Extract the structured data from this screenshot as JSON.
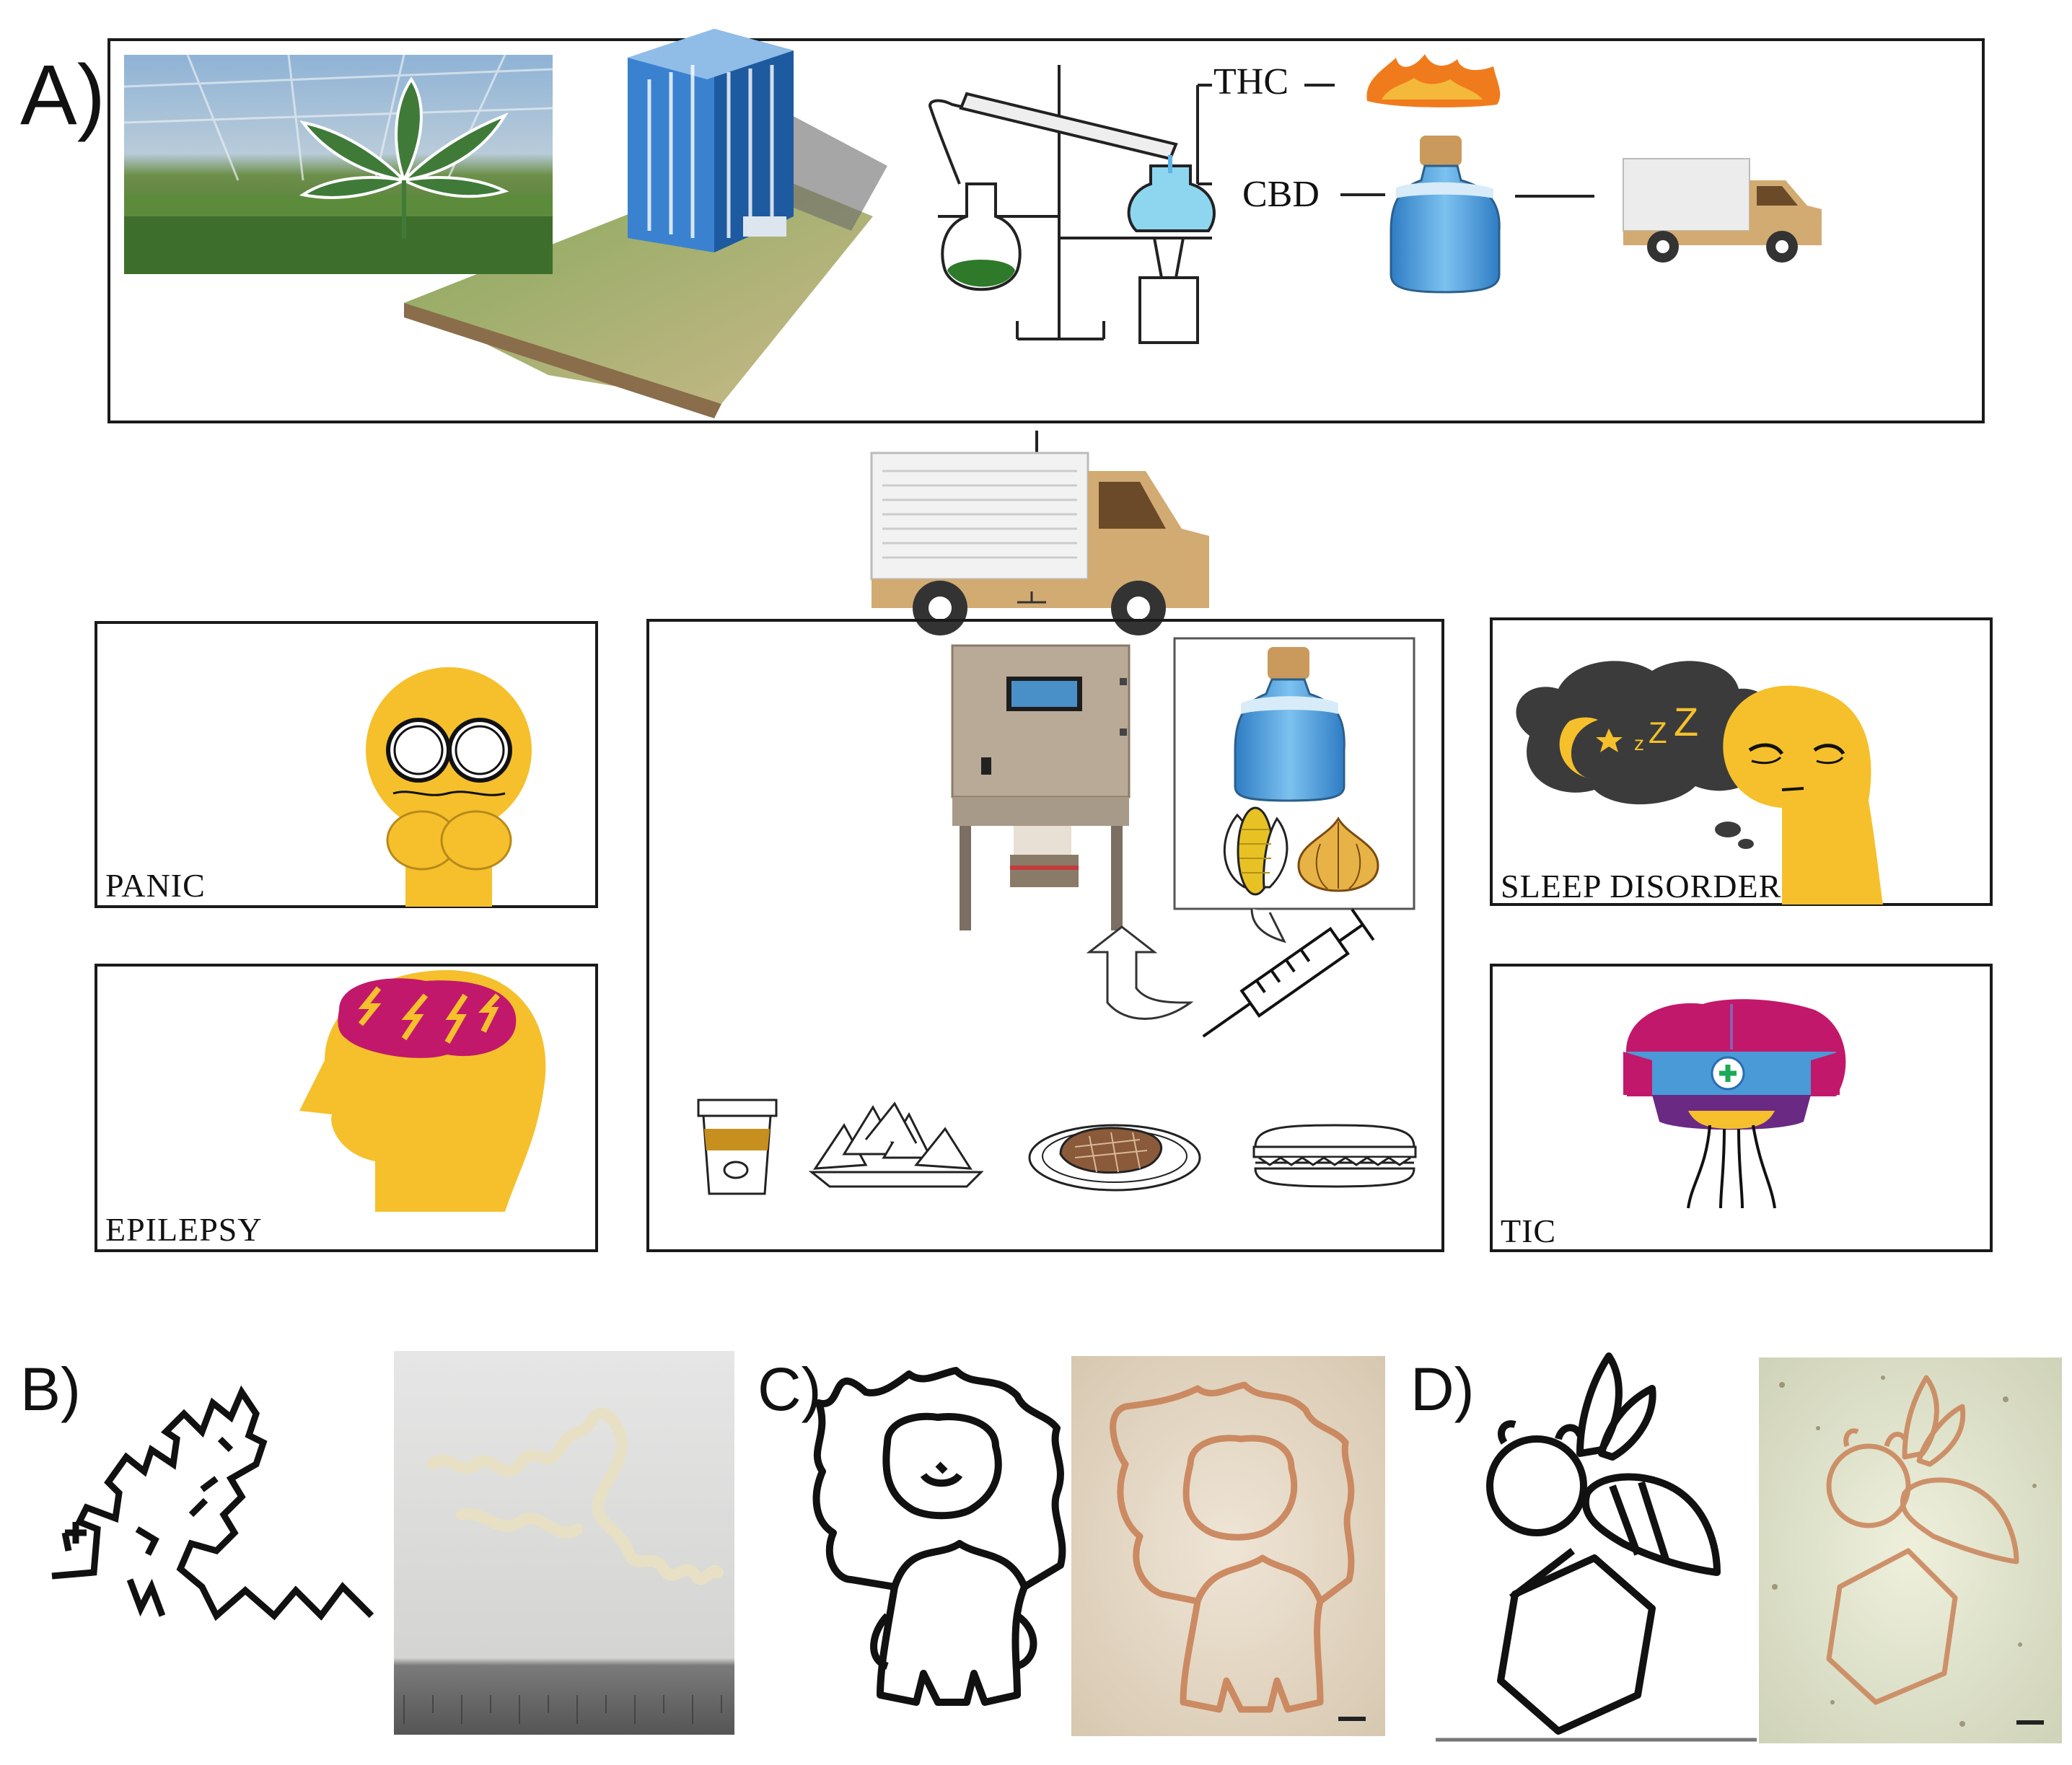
{
  "section_labels": {
    "a": "A)",
    "b": "B)",
    "c": "C)",
    "d": "D)"
  },
  "extraction": {
    "thc": "THC",
    "cbd": "CBD"
  },
  "conditions": {
    "panic": "PANIC",
    "epilepsy": "EPILEPSY",
    "sleep": "SLEEP DISORDER",
    "tic": "TIC"
  },
  "colors": {
    "frame": "#1a1a1a",
    "face_yellow": "#f5c02c",
    "brain_magenta": "#c2186b",
    "vial_blue": "#4a9ad8",
    "cork": "#c99a5b",
    "truck_tan": "#d2ab72",
    "building_blue": "#2a6cb4",
    "cloud_dark": "#3b3b3b",
    "print_orange": "#c98258"
  },
  "icons": [
    "greenhouse-photo",
    "cannabis-leaf-icon",
    "building-icon",
    "distillation-apparatus-icon",
    "flame-icon",
    "cbd-vial-icon",
    "truck-icon",
    "food-3d-printer-icon",
    "syringe-icon",
    "corn-icon",
    "onion-icon",
    "coffee-cup-icon",
    "chips-icon",
    "steak-icon",
    "sandwich-icon",
    "panic-face-icon",
    "epilepsy-head-icon",
    "sleep-face-icon",
    "brain-icon",
    "molecule-path-icon",
    "lion-outline-icon",
    "bee-outline-icon"
  ]
}
